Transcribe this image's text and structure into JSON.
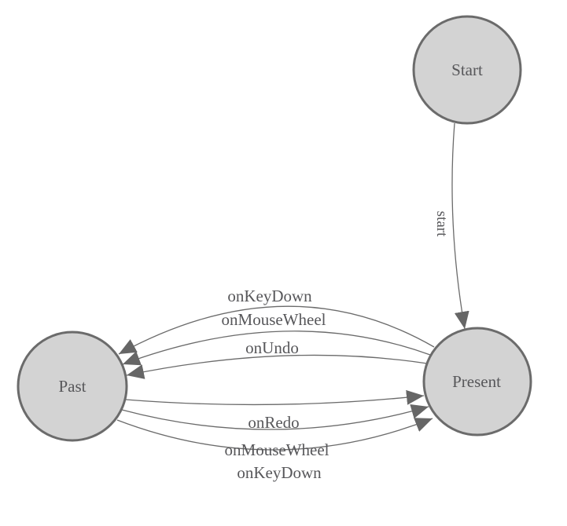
{
  "diagram": {
    "type": "state-machine",
    "colors": {
      "node_fill": "#d3d3d3",
      "node_stroke": "#6b6b6b",
      "edge_color": "#6b6b6b",
      "arrow_fill": "#666666",
      "label_color": "#57575a",
      "background": "#ffffff"
    },
    "nodes": [
      {
        "id": "start",
        "label": "Start"
      },
      {
        "id": "past",
        "label": "Past"
      },
      {
        "id": "present",
        "label": "Present"
      }
    ],
    "edges": [
      {
        "from": "Start",
        "to": "Present",
        "label": "start"
      },
      {
        "from": "Present",
        "to": "Past",
        "label": "onKeyDown"
      },
      {
        "from": "Present",
        "to": "Past",
        "label": "onMouseWheel"
      },
      {
        "from": "Present",
        "to": "Past",
        "label": "onUndo"
      },
      {
        "from": "Past",
        "to": "Present",
        "label": "onRedo"
      },
      {
        "from": "Past",
        "to": "Present",
        "label": "onMouseWheel"
      },
      {
        "from": "Past",
        "to": "Present",
        "label": "onKeyDown"
      }
    ]
  }
}
